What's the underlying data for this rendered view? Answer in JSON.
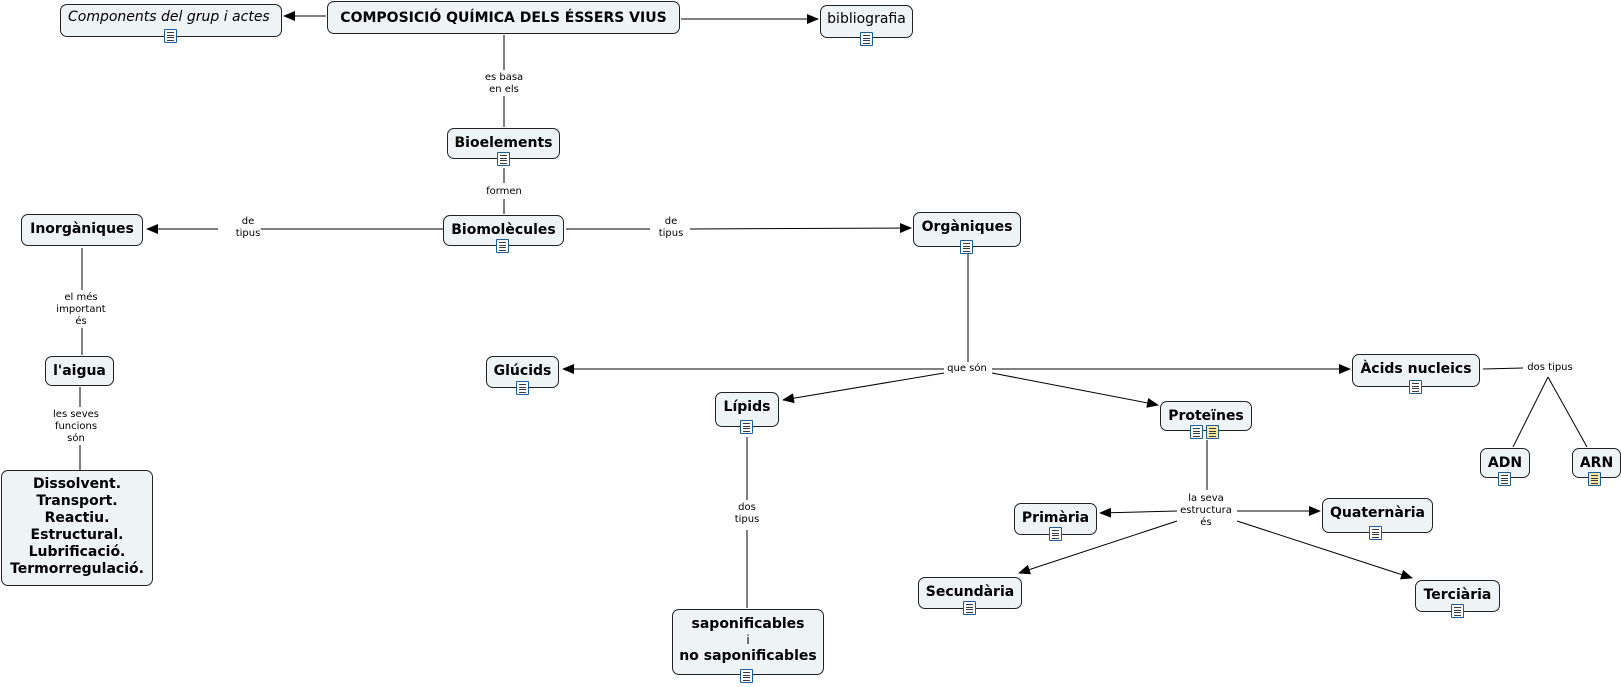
{
  "nodes": {
    "main": "COMPOSICIÓ QUÍMICA DELS ÉSSERS VIUS",
    "components": "Components del grup i actes",
    "bibliografia": "bibliografia",
    "bioelements": "Bioelements",
    "biomolecules": "Biomolècules",
    "inorganiques": "Inorgàniques",
    "organiques": "Orgàniques",
    "aigua": "l'aigua",
    "funcions": [
      "Dissolvent.",
      "Transport.",
      "Reactiu.",
      "Estructural.",
      "Lubrificació.",
      "Termorregulació."
    ],
    "glucids": "Glúcids",
    "lipids": "Lípids",
    "proteines": "Proteïnes",
    "acids": "Àcids nucleics",
    "adn": "ADN",
    "arn": "ARN",
    "saponificables": "saponificables",
    "i": "i",
    "no_saponificables": "no saponificables",
    "primaria": "Primària",
    "secundaria": "Secundària",
    "terciaria": "Terciària",
    "quaternaria": "Quaternària"
  },
  "links": {
    "es_basa": [
      "es basa",
      "en els"
    ],
    "formen": [
      "formen"
    ],
    "de_tipus_left": [
      "de",
      "tipus"
    ],
    "de_tipus_right": [
      "de",
      "tipus"
    ],
    "mes_important": [
      "el més",
      "important",
      "és"
    ],
    "funcions_son": [
      "les seves",
      "funcions",
      "són"
    ],
    "que_son": [
      "que són"
    ],
    "dos_tipus_lipids": [
      "dos",
      "tipus"
    ],
    "dos_tipus_acids": [
      "dos tipus"
    ],
    "estructura": [
      "la seva",
      "estructura",
      "és"
    ]
  }
}
